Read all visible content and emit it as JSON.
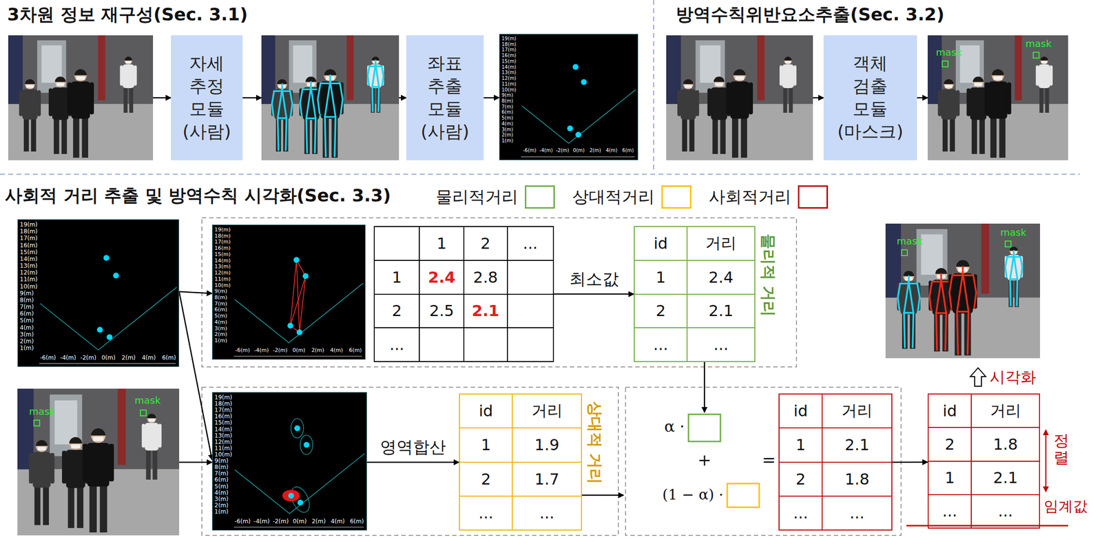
{
  "diagram": {
    "nodes": [
      {
        "text": [
          "자세 추정 모듈 (사람)"
        ]
      },
      {
        "text": [
          "좌표 추출 모듈 (사람)"
        ]
      },
      {
        "text": [
          "19(m)",
          "18(m)",
          "17(m)",
          "16(m)",
          "15(m)",
          "14(m)",
          "13(m)",
          "12(m)",
          "11(m)",
          "10(m)",
          "9(m)",
          "8(m)",
          "7(m)",
          "6(m)",
          "5(m)",
          "4(m)",
          "3(m)",
          "2(m)",
          "1(m)",
          "-6(m)",
          "-4(m)",
          "-2(m)",
          "0(m)",
          "2(m)",
          "4(m)",
          "6(m)"
        ]
      },
      {
        "text": [
          "객체 검출 모듈 (마스크)"
        ]
      },
      {
        "text": [
          "19(m)",
          "18(m)",
          "17(m)",
          "16(m)",
          "15(m)",
          "14(m)",
          "13(m)",
          "12(m)",
          "11(m)",
          "10(m)",
          "9(m)",
          "8(m)",
          "7(m)",
          "6(m)",
          "5(m)",
          "4(m)",
          "3(m)",
          "2(m)",
          "1(m)",
          "-6(m)",
          "-4(m)",
          "-2(m)",
          "0(m)",
          "2(m)",
          "4(m)",
          "6(m)"
        ]
      },
      {
        "text": [
          "19(m)",
          "18(m)",
          "17(m)",
          "16(m)",
          "15(m)",
          "14(m)",
          "13(m)",
          "12(m)",
          "11(m)",
          "10(m)",
          "9(m)",
          "8(m)",
          "7(m)",
          "6(m)",
          "5(m)",
          "4(m)",
          "3(m)",
          "2(m)",
          "1(m)",
          "-6(m)",
          "-4(m)",
          "-2(m)",
          "0(m)",
          "2(m)",
          "4(m)",
          "6(m)"
        ]
      },
      {
        "text": [
          "1",
          "2",
          "...",
          "1",
          "2.4",
          "2.8",
          "2",
          "2.5",
          "2.1",
          "..."
        ]
      },
      {
        "text": [
          "id",
          "거리",
          "1",
          "2.4",
          "2",
          "2.1",
          "...",
          "...",
          "물리적 거리"
        ]
      },
      {
        "text": [
          "19(m)",
          "18(m)",
          "17(m)",
          "16(m)",
          "15(m)",
          "14(m)",
          "13(m)",
          "12(m)",
          "11(m)",
          "10(m)",
          "9(m)",
          "8(m)",
          "7(m)",
          "6(m)",
          "5(m)",
          "4(m)",
          "3(m)",
          "2(m)",
          "1(m)",
          "-6(m)",
          "-4(m)",
          "-2(m)",
          "0(m)",
          "2(m)",
          "4(m)",
          "6(m)"
        ]
      },
      {
        "text": [
          "id",
          "거리",
          "1",
          "1.9",
          "2",
          "1.7",
          "...",
          "...",
          "상대적 거리"
        ]
      },
      {
        "text": [
          "id",
          "거리",
          "1",
          "2.1",
          "2",
          "1.8",
          "...",
          "..."
        ]
      },
      {
        "text": [
          "id",
          "거리",
          "2",
          "1.8",
          "1",
          "2.1",
          "...",
          "..."
        ]
      }
    ],
    "edges": [
      {
        "from": 1,
        "to": 2,
        "arrow": "to"
      },
      {
        "from": 4,
        "to": 5,
        "arrow": "to"
      },
      {
        "from": 6,
        "to": 7,
        "label": "최소값",
        "arrow": "to"
      },
      {
        "from": 4,
        "to": 8,
        "arrow": "to"
      },
      {
        "from": 8,
        "to": 9,
        "label": "영역합산",
        "arrow": "to"
      },
      {
        "from": 10,
        "to": 11,
        "arrow": "to"
      }
    ],
    "labels": [
      "3차원 정보 재구성(Sec. 3.1)",
      "방역수칙위반요소추출(Sec. 3.2)",
      "mask",
      "mask",
      "사회적 거리 추출 및 방역수칙 시각화(Sec. 3.3)",
      "mask",
      "mask",
      "mask",
      "mask",
      "시각화",
      "α ·",
      "+",
      "(1 − α) ·",
      "=",
      "정렬",
      "임계값"
    ],
    "legend": [
      {
        "text": "물리적거리",
        "color": "#70ad47"
      },
      {
        "text": "상대적거리",
        "color": "#ffc000"
      },
      {
        "text": "사회적거리",
        "color": "#c00000"
      }
    ]
  }
}
